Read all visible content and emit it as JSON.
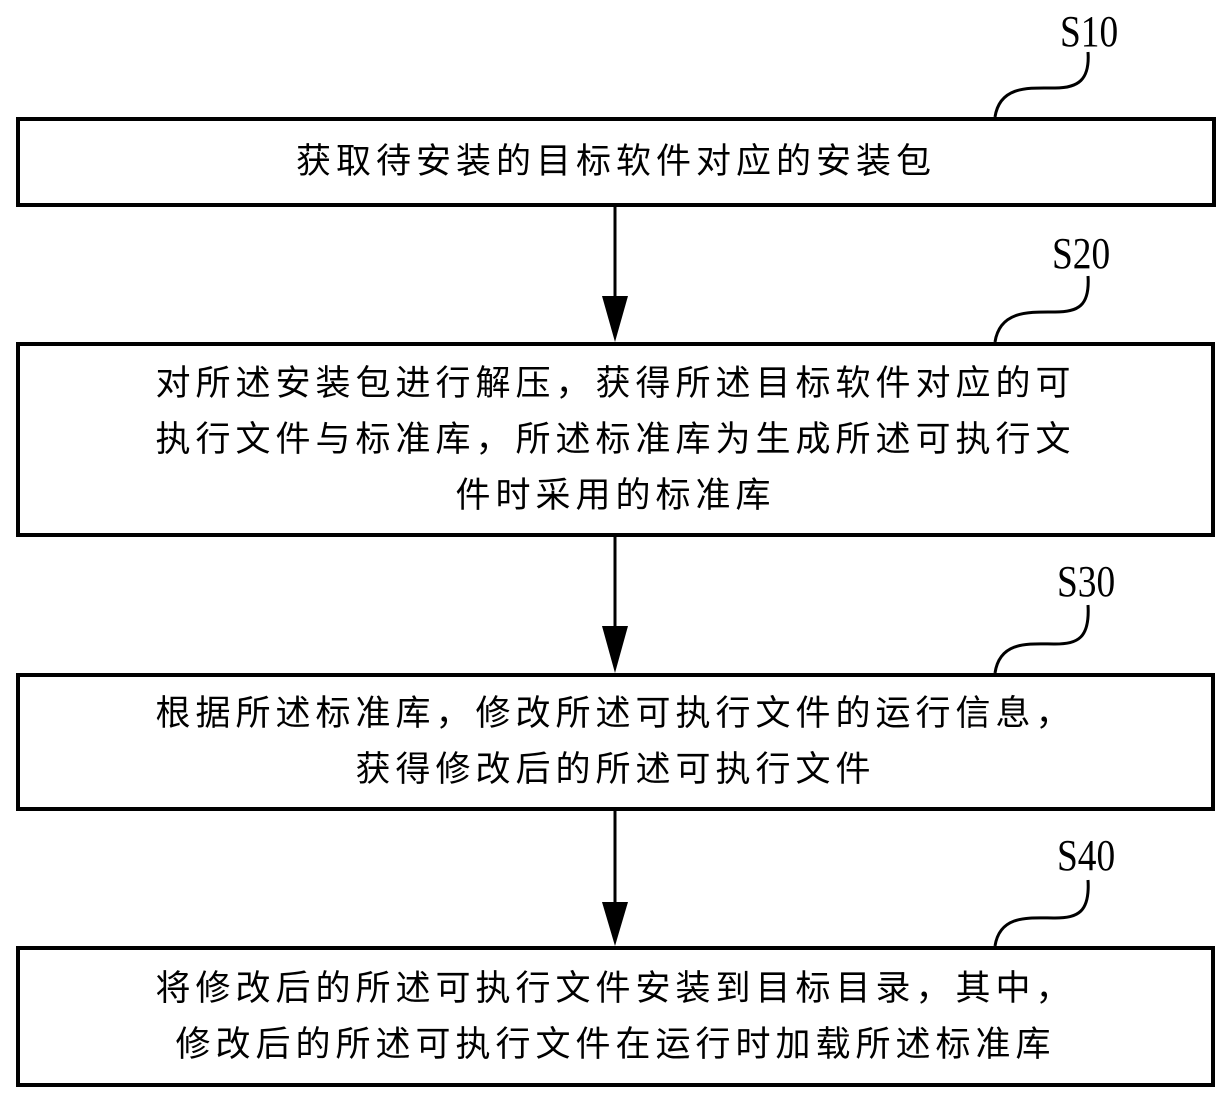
{
  "flowchart": {
    "steps": [
      {
        "id": "S10",
        "lines": [
          "获取待安装的目标软件对应的安装包"
        ]
      },
      {
        "id": "S20",
        "lines": [
          "对所述安装包进行解压，获得所述目标软件对应的可",
          "执行文件与标准库，所述标准库为生成所述可执行文",
          "件时采用的标准库"
        ]
      },
      {
        "id": "S30",
        "lines": [
          "根据所述标准库，修改所述可执行文件的运行信息，",
          "获得修改后的所述可执行文件"
        ]
      },
      {
        "id": "S40",
        "lines": [
          "将修改后的所述可执行文件安装到目标目录，其中，",
          "修改后的所述可执行文件在运行时加载所述标准库"
        ]
      }
    ],
    "connections": [
      {
        "from": "S10",
        "to": "S20"
      },
      {
        "from": "S20",
        "to": "S30"
      },
      {
        "from": "S30",
        "to": "S40"
      }
    ]
  }
}
